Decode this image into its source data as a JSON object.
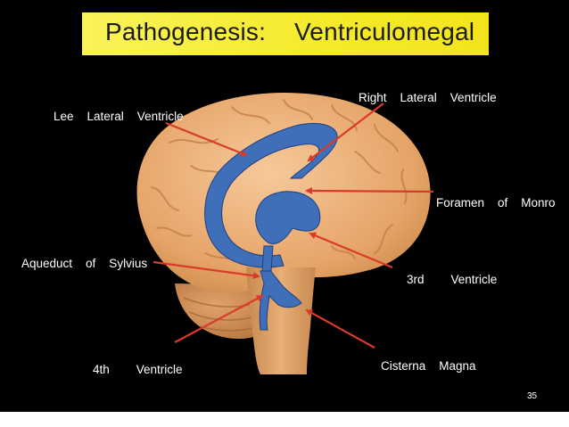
{
  "slide": {
    "title": "Pathogenesis:    Ventriculomegal",
    "page_number": "35"
  },
  "labels": {
    "left_lateral_ventricle": "Lee    Lateral    Ventricle",
    "right_lateral_ventricle": "Right    Lateral    Ventricle",
    "foramen_of_monro": "Foramen    of    Monro",
    "aqueduct_of_sylvius": "Aqueduct    of    Sylvius",
    "third_ventricle": "3rd        Ventricle",
    "fourth_ventricle": "4th        Ventricle",
    "cisterna_magna": "Cisterna    Magna"
  },
  "colors": {
    "background": "#000000",
    "title_bg": "#f5ea2a",
    "brain": "#e9a96e",
    "ventricle": "#3f6fb8",
    "arrow": "#d93a2b",
    "label": "#ffffff"
  }
}
